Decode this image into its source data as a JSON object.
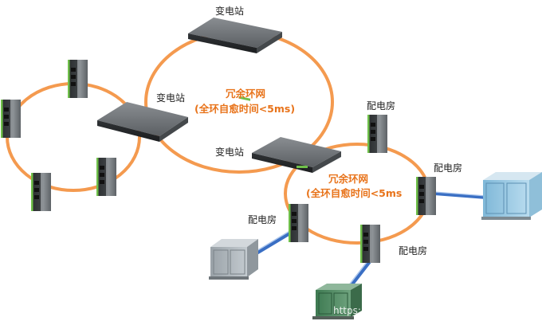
{
  "labels": {
    "substation_top": "变电站",
    "substation_left": "变电站",
    "substation_center": "变电站",
    "dist_room_1": "配电房",
    "dist_room_2": "配电房",
    "dist_room_3": "配电房",
    "dist_room_4": "配电房"
  },
  "ring_upper": {
    "title": "冗余环网",
    "subtitle": "(全环自愈时间<5ms)"
  },
  "ring_lower": {
    "title": "冗余环网",
    "subtitle": "(全环自愈时间<5ms"
  },
  "watermark": "https://blog.csdn.net/VRunSoftYanlz",
  "colors": {
    "ring": "#f49a4f",
    "ring_title": "#e8731a",
    "link": "#3a6fc4"
  }
}
